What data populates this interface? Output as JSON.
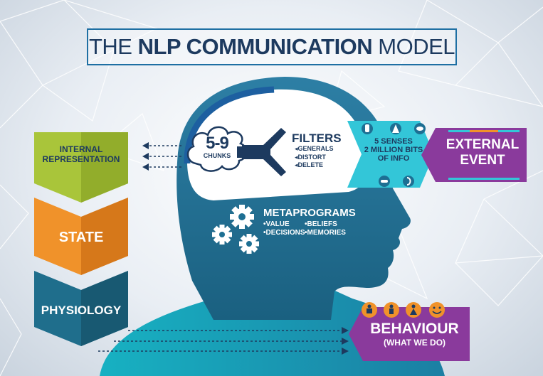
{
  "title": {
    "bold": "THE NLP COMMUNICATION",
    "normal": " MODEL",
    "prefix": "THE "
  },
  "chunks": {
    "number": "5-9",
    "label": "CHUNKS"
  },
  "filters": {
    "title": "FILTERS",
    "items": [
      "GENERALS",
      "DISTORT",
      "DELETE"
    ]
  },
  "senses": {
    "line1": "5 SENSES",
    "line2": "2 MILLION BITS",
    "line3": "OF INFO"
  },
  "external": {
    "line1": "EXTERNAL",
    "line2": "EVENT"
  },
  "metaprograms": {
    "title": "METAPROGRAMS",
    "items": [
      "VALUE",
      "BELIEFS",
      "DECISIONS",
      "MEMORIES"
    ]
  },
  "left_panels": {
    "internal": {
      "line1": "INTERNAL",
      "line2": "REPRESENTATION"
    },
    "state": "STATE",
    "physiology": "PHYSIOLOGY"
  },
  "behaviour": {
    "title": "BEHAVIOUR",
    "subtitle": "(WHAT WE DO)"
  },
  "colors": {
    "head": "#1d6f93",
    "lime": "#a9c53a",
    "orange": "#f0922a",
    "teal": "#1f6e8c",
    "cyan": "#33c6d8",
    "purple": "#8a3a9c",
    "navy": "#1d3a5f"
  }
}
